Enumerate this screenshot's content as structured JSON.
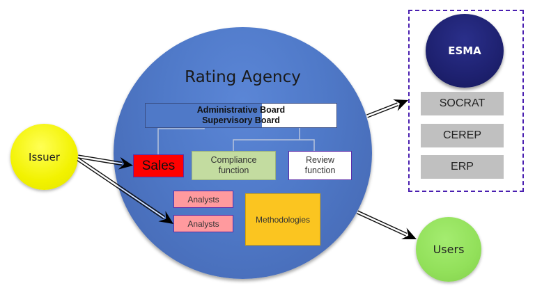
{
  "diagram": {
    "nodes": {
      "rating_agency": {
        "label": "Rating Agency",
        "color": "#4f79c8"
      },
      "board": {
        "line1": "Administrative Board",
        "line2": "Supervisory Board"
      },
      "sales": {
        "label": "Sales",
        "color": "#ff0000"
      },
      "compliance": {
        "line1": "Compliance",
        "line2": "function",
        "color": "#c3dca0"
      },
      "review": {
        "line1": "Review",
        "line2": "function",
        "color": "#ffffff"
      },
      "analysts": [
        {
          "label": "Analysts",
          "color": "#ff9a9e"
        },
        {
          "label": "Analysts",
          "color": "#ff9a9e"
        }
      ],
      "methodologies": {
        "label": "Methodologies",
        "color": "#fbc520"
      },
      "issuer": {
        "label": "Issuer",
        "color": "#f2f200"
      },
      "users": {
        "label": "Users",
        "color": "#92e05a"
      },
      "esma": {
        "label": "ESMA",
        "color": "#1e2170"
      },
      "esma_items": [
        {
          "label": "SOCRAT"
        },
        {
          "label": "CEREP"
        },
        {
          "label": "ERP"
        }
      ]
    },
    "edges": [
      {
        "from": "Issuer",
        "to": "Sales",
        "style": "double-arrow"
      },
      {
        "from": "Issuer",
        "to": "Analysts",
        "style": "double-arrow"
      },
      {
        "from": "Rating Agency",
        "to": "ESMA group",
        "style": "double-arrow"
      },
      {
        "from": "Rating Agency",
        "to": "Users",
        "style": "double-arrow"
      },
      {
        "from": "Board",
        "to": "Sales",
        "style": "connector"
      },
      {
        "from": "Board",
        "to": "Compliance function",
        "style": "connector"
      },
      {
        "from": "Board",
        "to": "Review function",
        "style": "connector"
      }
    ]
  }
}
